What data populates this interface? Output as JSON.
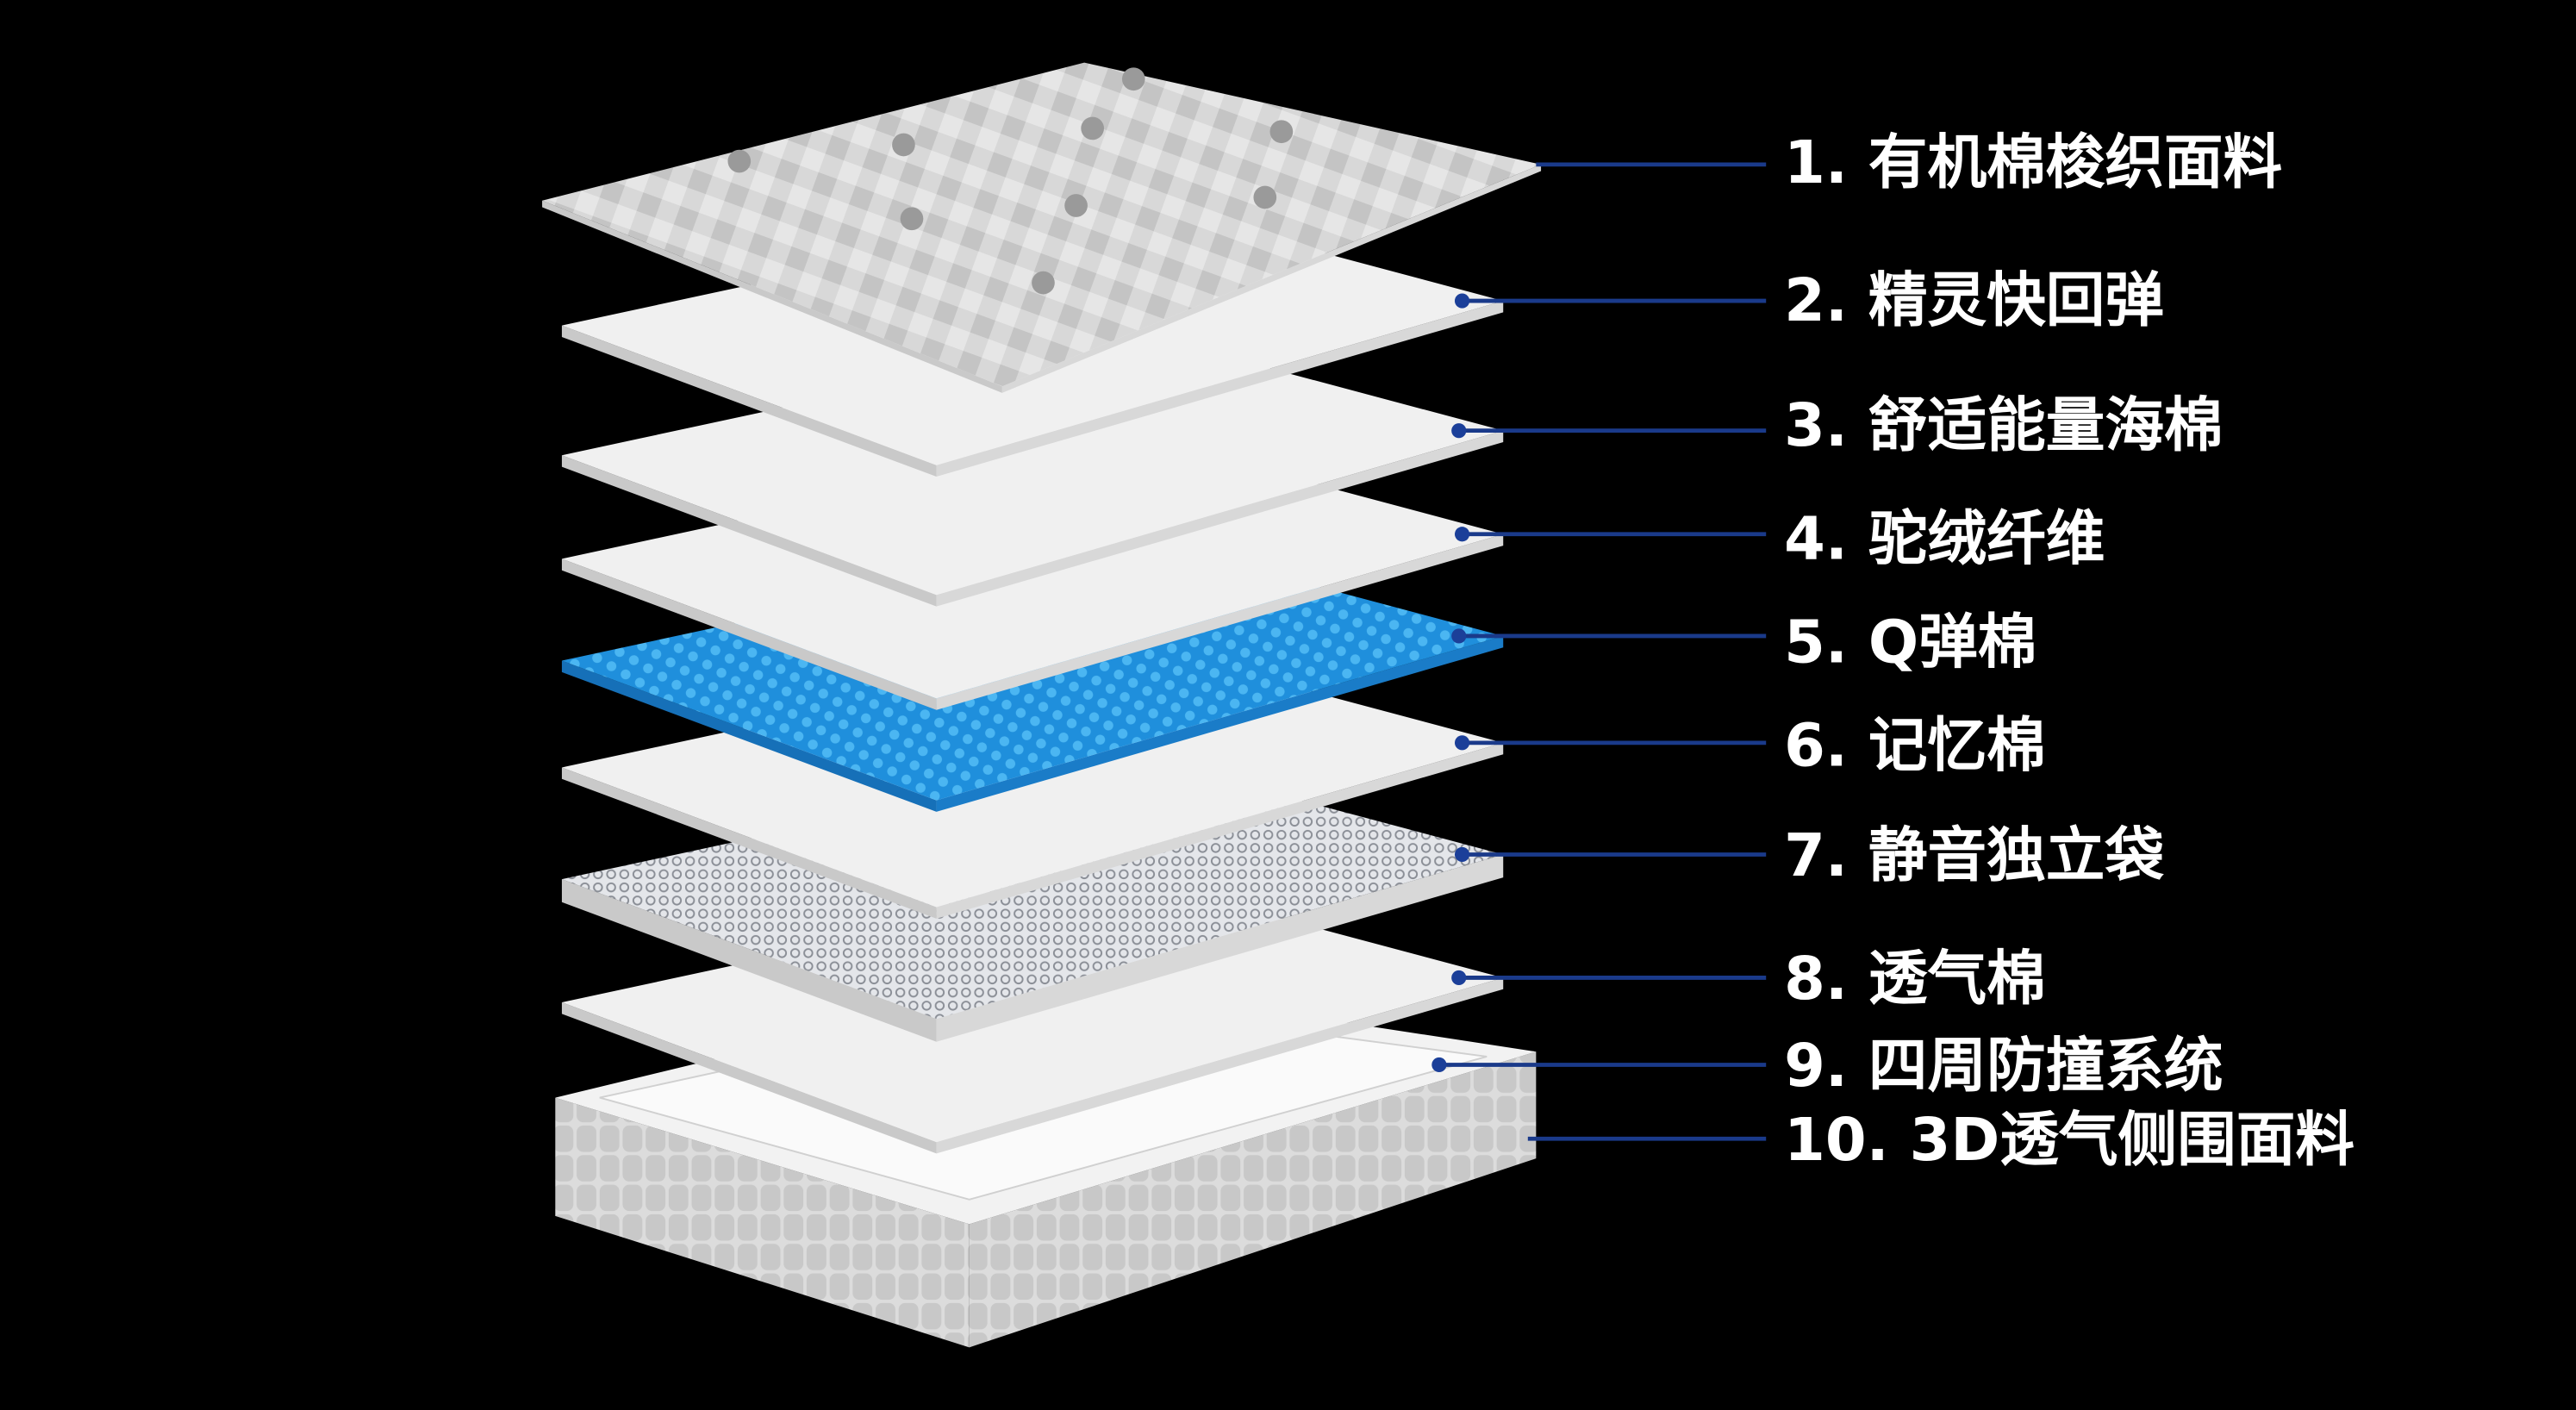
{
  "title": "床垫结构分层图",
  "colors": {
    "background": "#000000",
    "leader": "#1a3a8a",
    "dot": "#1b3f99",
    "gel": "#2a9be0",
    "layer": "#eeeeee"
  },
  "layers": [
    {
      "label": "1. 有机棉梭织面料",
      "texture": "quilted"
    },
    {
      "label": "2. 精灵快回弹",
      "texture": "plain"
    },
    {
      "label": "3. 舒适能量海棉",
      "texture": "plain"
    },
    {
      "label": "4. 驼绒纤维",
      "texture": "plain"
    },
    {
      "label": "5. Q弹棉",
      "texture": "gel"
    },
    {
      "label": "6. 记忆棉",
      "texture": "plain"
    },
    {
      "label": "7. 静音独立袋",
      "texture": "springs"
    },
    {
      "label": "8. 透气棉",
      "texture": "plain"
    },
    {
      "label": "9. 四周防撞系统",
      "texture": "frame"
    },
    {
      "label": "10. 3D透气侧围面料",
      "texture": "side"
    }
  ]
}
